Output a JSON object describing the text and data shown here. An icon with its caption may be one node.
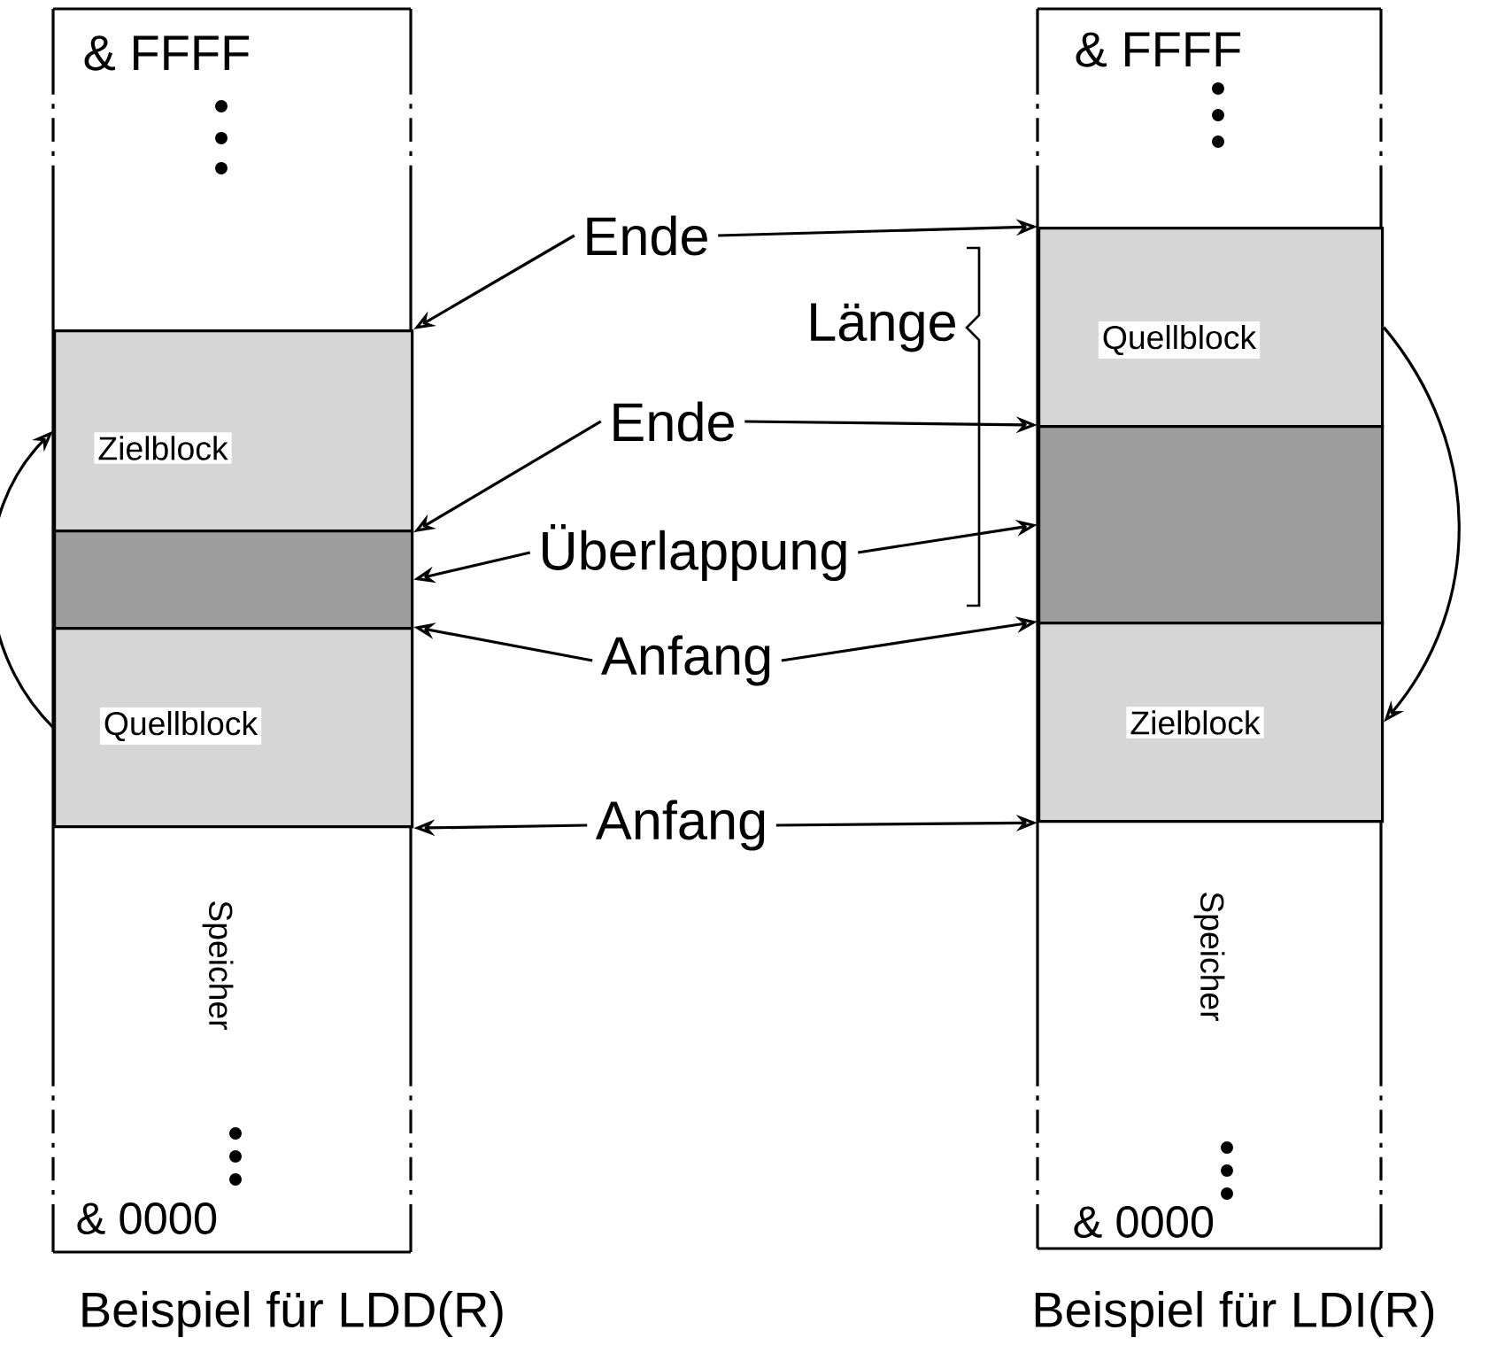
{
  "diagram": {
    "nodes": [
      {
        "text": [],
        "shape": "box"
      },
      {
        "text": [
          "& FFFF"
        ],
        "in": 0
      },
      {
        "text": [
          "Zielblock"
        ],
        "in": 0
      },
      {
        "text": [],
        "shape": "box",
        "in": 0
      },
      {
        "text": [
          "Quellblock"
        ],
        "in": 0
      },
      {
        "text": [
          "Speicher",
          "& 0000"
        ],
        "in": 0
      },
      {
        "text": [],
        "shape": "box"
      },
      {
        "text": [
          "& FFFF"
        ],
        "in": 6
      },
      {
        "text": [
          "Quellblock"
        ],
        "in": 6
      },
      {
        "text": [],
        "shape": "box",
        "in": 6
      },
      {
        "text": [
          "Zielblock"
        ],
        "in": 6
      },
      {
        "text": [
          "Speicher",
          "& 0000"
        ],
        "in": 6
      },
      {
        "text": [
          "Ende"
        ]
      },
      {
        "text": [
          "Ende"
        ]
      },
      {
        "text": [
          "Überlappung"
        ]
      },
      {
        "text": [
          "Anfang"
        ]
      },
      {
        "text": [
          "Anfang"
        ]
      }
    ],
    "edges": [
      {
        "from": 12,
        "to": 2,
        "arrow": "to"
      },
      {
        "from": 12,
        "to": 8,
        "arrow": "to"
      },
      {
        "from": 13,
        "to": 2,
        "arrow": "to"
      },
      {
        "from": 13,
        "to": 9,
        "arrow": "to"
      },
      {
        "from": 14,
        "to": 3,
        "arrow": "to"
      },
      {
        "from": 14,
        "to": 9,
        "arrow": "to"
      },
      {
        "from": 15,
        "to": 4,
        "arrow": "to"
      },
      {
        "from": 15,
        "to": 10,
        "arrow": "to"
      },
      {
        "from": 16,
        "to": 4,
        "arrow": "to"
      },
      {
        "from": 16,
        "to": 10,
        "arrow": "to"
      },
      {
        "from": 4,
        "to": 2,
        "arrow": "to"
      },
      {
        "from": 8,
        "to": 10,
        "arrow": "to"
      }
    ],
    "labels": [
      "Länge",
      "Beispiel für LDD(R)",
      "Beispiel für LDI(R)"
    ]
  }
}
